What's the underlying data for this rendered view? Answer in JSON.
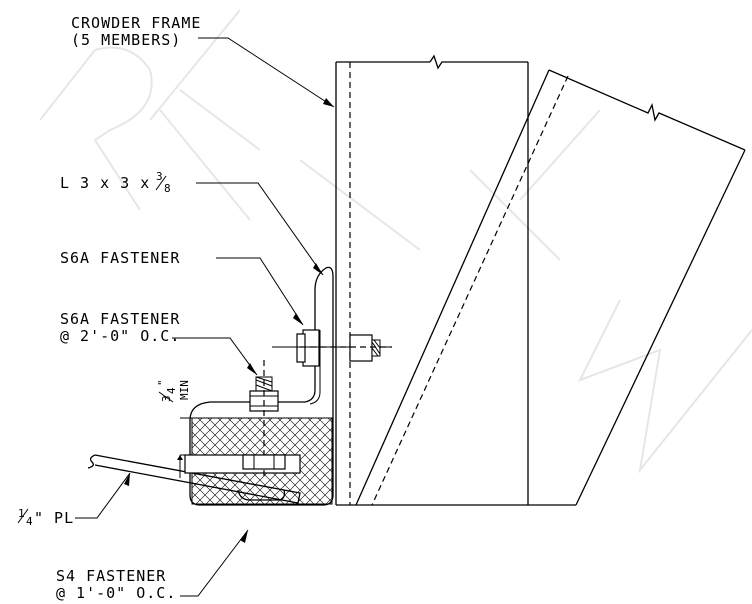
{
  "labels": {
    "crowder_frame_line1": "CROWDER FRAME",
    "crowder_frame_line2": "(5 MEMBERS)",
    "angle_prefix": "L 3 x 3 x ",
    "angle_frac_num": "3",
    "angle_frac_den": "8",
    "s6a_fastener": "S6A FASTENER",
    "s6a_fastener_spaced_line1": "S6A FASTENER",
    "s6a_fastener_spaced_line2": "@ 2'-0\" O.C.",
    "min_frac_num": "3",
    "min_frac_den": "4",
    "min_frac_inch": "\"",
    "min_text": "MIN",
    "plate_frac_num": "1",
    "plate_frac_den": "4",
    "plate_suffix": "\" PL",
    "s4_fastener_line1": "S4 FASTENER",
    "s4_fastener_line2": "@ 1'-0\" O.C."
  },
  "watermark": "REVIEW"
}
